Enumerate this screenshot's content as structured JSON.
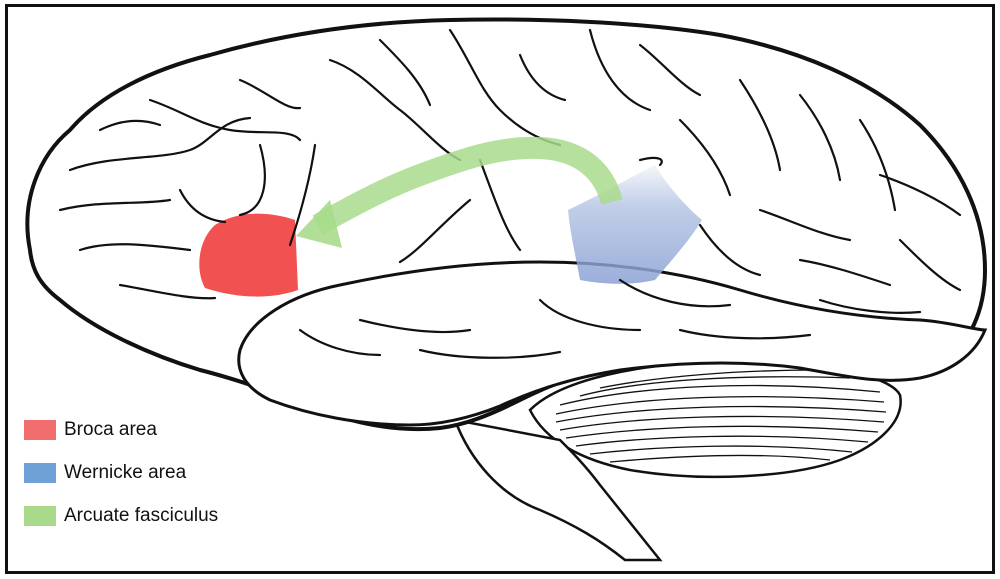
{
  "legend": {
    "items": [
      {
        "label": "Broca area",
        "color": "#f26d6d"
      },
      {
        "label": "Wernicke area",
        "color": "#6fa0d6"
      },
      {
        "label": "Arcuate fasciculus",
        "color": "#a9d98a"
      }
    ]
  },
  "colors": {
    "broca": "#f04848",
    "wernicke": "#8fa6d6",
    "arcuate": "#a9db8c",
    "outline": "#111111"
  }
}
